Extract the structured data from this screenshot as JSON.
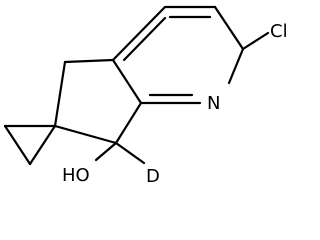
{
  "molecule": {
    "atom_labels": {
      "chlorine": "Cl",
      "nitrogen": "N",
      "deuterium": "D",
      "hydroxyl": "HO"
    }
  }
}
